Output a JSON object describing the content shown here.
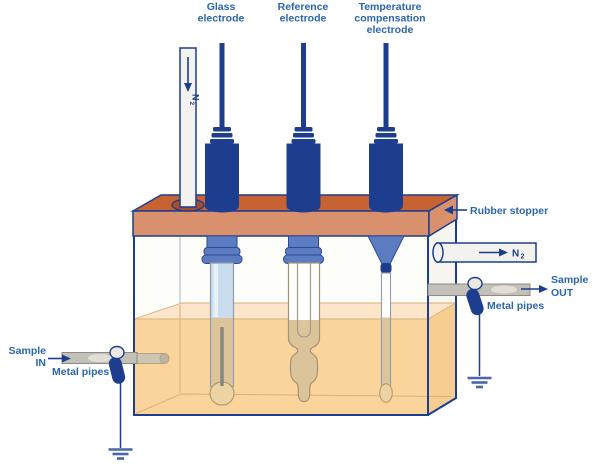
{
  "electrodes": [
    {
      "name": "glass-electrode",
      "label_lines": [
        "Glass",
        "electrode"
      ]
    },
    {
      "name": "reference-electrode",
      "label_lines": [
        "Reference",
        "electrode"
      ]
    },
    {
      "name": "temperature-electrode",
      "label_lines": [
        "Temperature",
        "compensation",
        "electrode"
      ]
    }
  ],
  "callouts": {
    "rubber_stopper": "Rubber stopper",
    "n2": {
      "symbol": "N",
      "subscript": "2"
    },
    "sample_in": {
      "line1": "Sample",
      "line2": "IN"
    },
    "sample_out": {
      "line1": "Sample",
      "line2": "OUT"
    },
    "metal_pipes_left": "Metal pipes",
    "metal_pipes_right": "Metal pipes"
  },
  "colors": {
    "navy": "#1d3d8f",
    "blue_mid": "#5b7cc0",
    "blue_mid_dark": "#2c4a96",
    "text_blue": "#2a65af",
    "stopper_top": "#c76332",
    "stopper_front": "#d9916d",
    "stopper_hole": "#a84e26",
    "liquid": "#fbd49c",
    "liquid_surface": "#fce5c8",
    "liquid_side": "#f8cd92",
    "liquid_line": "#d8b078",
    "glass_blue": "#cadded",
    "glass_tan": "#dcc49a",
    "bulb_tan": "#ecd3a2",
    "bulb_edge": "#b59a6e",
    "pipe_gray": "#c2c0b8",
    "pipe_edge": "#8d8b81",
    "pipe_light": "#e0ded6",
    "pipe_muted": "#ccc5b2",
    "pipe_muted_edge": "#b3a384",
    "tube_white": "#f3f2ee",
    "ground_blue": "#4a66a8",
    "line_light": "#aab6c6",
    "tank_face": "#fdfdfa",
    "tank_side": "#f7f5f0",
    "tube_edge": "#8f9cb0",
    "inner_edge": "#a39a85",
    "tan_edge": "#a39377"
  }
}
